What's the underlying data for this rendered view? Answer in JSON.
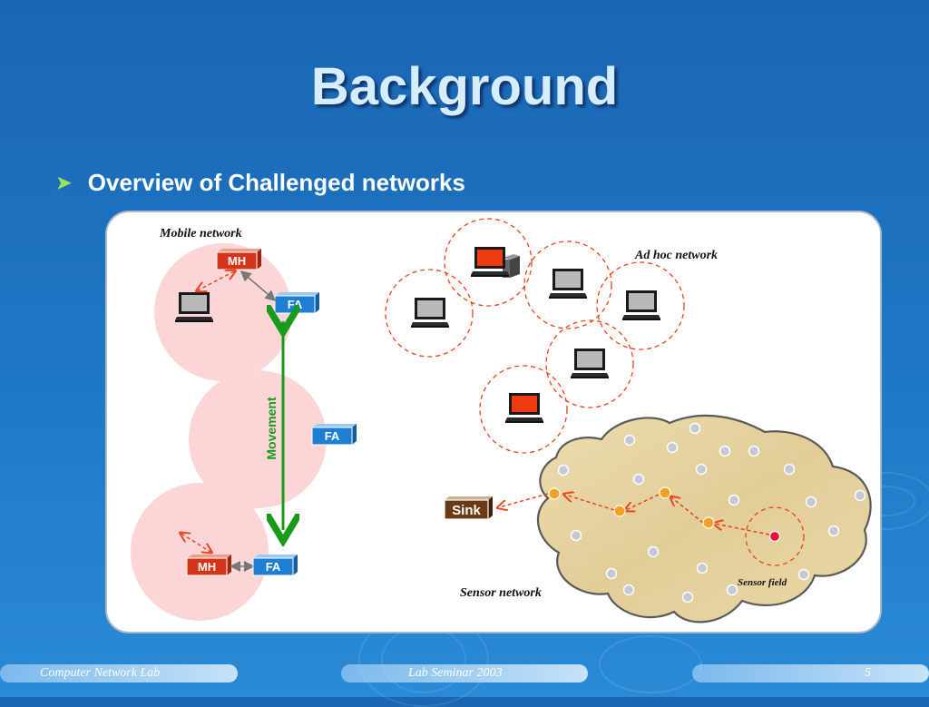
{
  "slide": {
    "title": "Background",
    "bullet": "Overview of Challenged networks"
  },
  "diagram": {
    "mobile_label": "Mobile network",
    "adhoc_label": "Ad hoc network",
    "sensor_label": "Sensor network",
    "sensor_field_label": "Sensor field",
    "movement_label": "Movement",
    "mh_label": "MH",
    "fa_label": "FA",
    "sink_label": "Sink"
  },
  "footer": {
    "left": "Computer Network Lab",
    "center": "Lab Seminar 2003",
    "page": "5"
  },
  "colors": {
    "mh": "#d6341a",
    "fa": "#1e7fd2",
    "movement": "#1a9a1a",
    "dashed": "#e8431a",
    "sensor_active": "#f5a020",
    "sensor_source": "#e8133c",
    "sink": "#6a3a14"
  }
}
